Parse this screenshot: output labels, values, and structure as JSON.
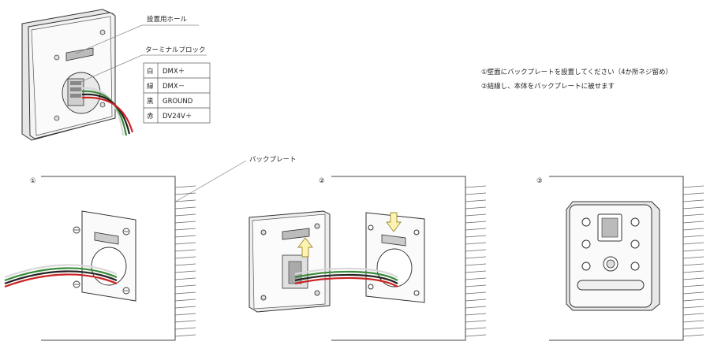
{
  "labels": {
    "mount_hole": "設置用ホール",
    "terminal_block": "ターミナルブロック",
    "back_plate": "バックプレート"
  },
  "terminal_table": [
    {
      "color": "白",
      "signal": "DMX＋"
    },
    {
      "color": "緑",
      "signal": "DMX－"
    },
    {
      "color": "黒",
      "signal": "GROUND"
    },
    {
      "color": "赤",
      "signal": "DV24V＋"
    }
  ],
  "instructions": [
    "①壁面にバックプレートを設置してください（4か所ネジ留め）",
    "②結線し、本体をバックプレートに被せます"
  ],
  "steps": [
    "①",
    "②",
    "③"
  ],
  "colors": {
    "wire_white": "#d9d9d9",
    "wire_green": "#3a8a3a",
    "wire_black": "#222222",
    "wire_red": "#cc2222",
    "arrow_fill": "#fff3b0",
    "arrow_stroke": "#9a8a30"
  }
}
